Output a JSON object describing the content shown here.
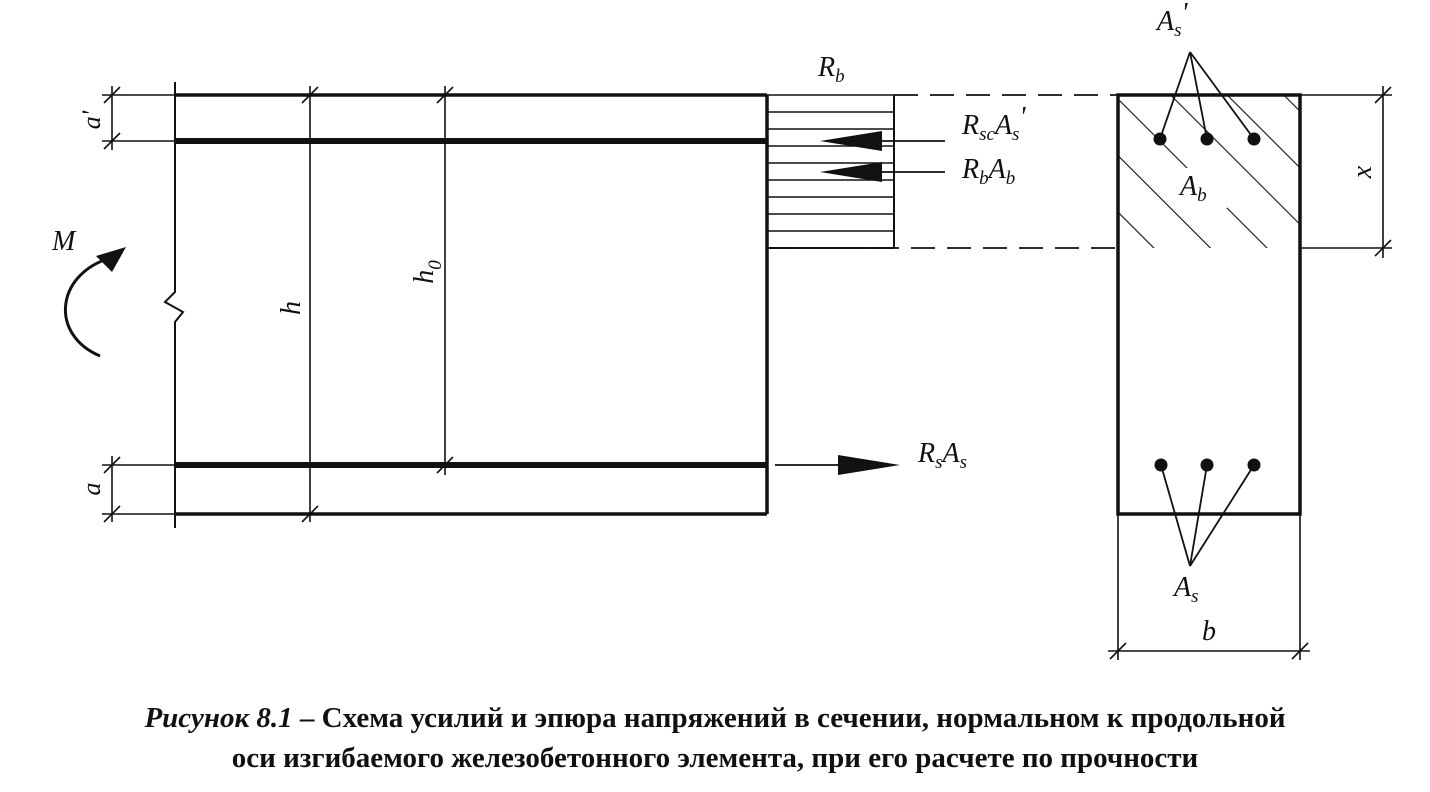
{
  "labels": {
    "a_prime": "a'",
    "a": "a",
    "h": "h",
    "h0_main": "h",
    "h0_sub": "0",
    "M": "M",
    "Rb_main": "R",
    "Rb_sub": "b",
    "RscAs_R": "R",
    "RscAs_sub1": "sc",
    "RscAs_A": "A",
    "RscAs_sub2": "s",
    "RscAs_prime": "'",
    "RbAb_R": "R",
    "RbAb_sub1": "b",
    "RbAb_A": "A",
    "RbAb_sub2": "b",
    "RsAs_R": "R",
    "RsAs_sub1": "s",
    "RsAs_A": "A",
    "RsAs_sub2": "s",
    "As_top_main": "A",
    "As_top_sub": "s",
    "As_top_prime": "'",
    "Ab_main": "A",
    "Ab_sub": "b",
    "x": "x",
    "As_bot_main": "A",
    "As_bot_sub": "s",
    "b": "b"
  },
  "caption": {
    "label": "Рисунок 8.1",
    "dash": " – ",
    "line1": "Схема усилий и эпюра напряжений в сечении, нормальном к продольной",
    "line2": "оси изгибаемого железобетонного элемента, при его расчете по прочности"
  }
}
